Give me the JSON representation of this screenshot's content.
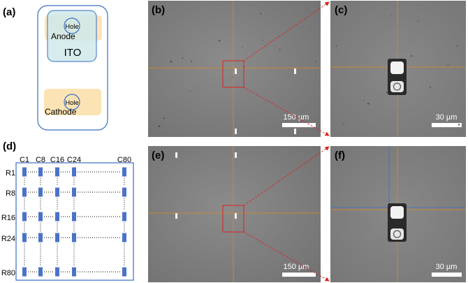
{
  "panels": {
    "a": {
      "label": "(a)",
      "hole_top": "Hole",
      "anode": "Anode",
      "ito": "ITO",
      "hole_bottom": "Hole",
      "cathode": "Cathode"
    },
    "b": {
      "label": "(b)",
      "scale": "150 µm"
    },
    "c": {
      "label": "(c)",
      "scale": "30 µm"
    },
    "d": {
      "label": "(d)",
      "columns": [
        "C1",
        "C8",
        "C16",
        "C24",
        "C80"
      ],
      "rows": [
        "R1",
        "R8",
        "R16",
        "R24",
        "R80"
      ]
    },
    "e": {
      "label": "(e)",
      "scale": "150 µm"
    },
    "f": {
      "label": "(f)",
      "scale": "30 µm"
    }
  },
  "colors": {
    "device_outline": "#3a6fc4",
    "anode_pad": "#fbe3b4",
    "ito_pad": "#cfe9ea",
    "pixel_blue": "#4a72c8",
    "crosshair": "#e08a1e",
    "zoom_arrow": "#e02020",
    "micrograph_bg": "#7f7f7f"
  }
}
